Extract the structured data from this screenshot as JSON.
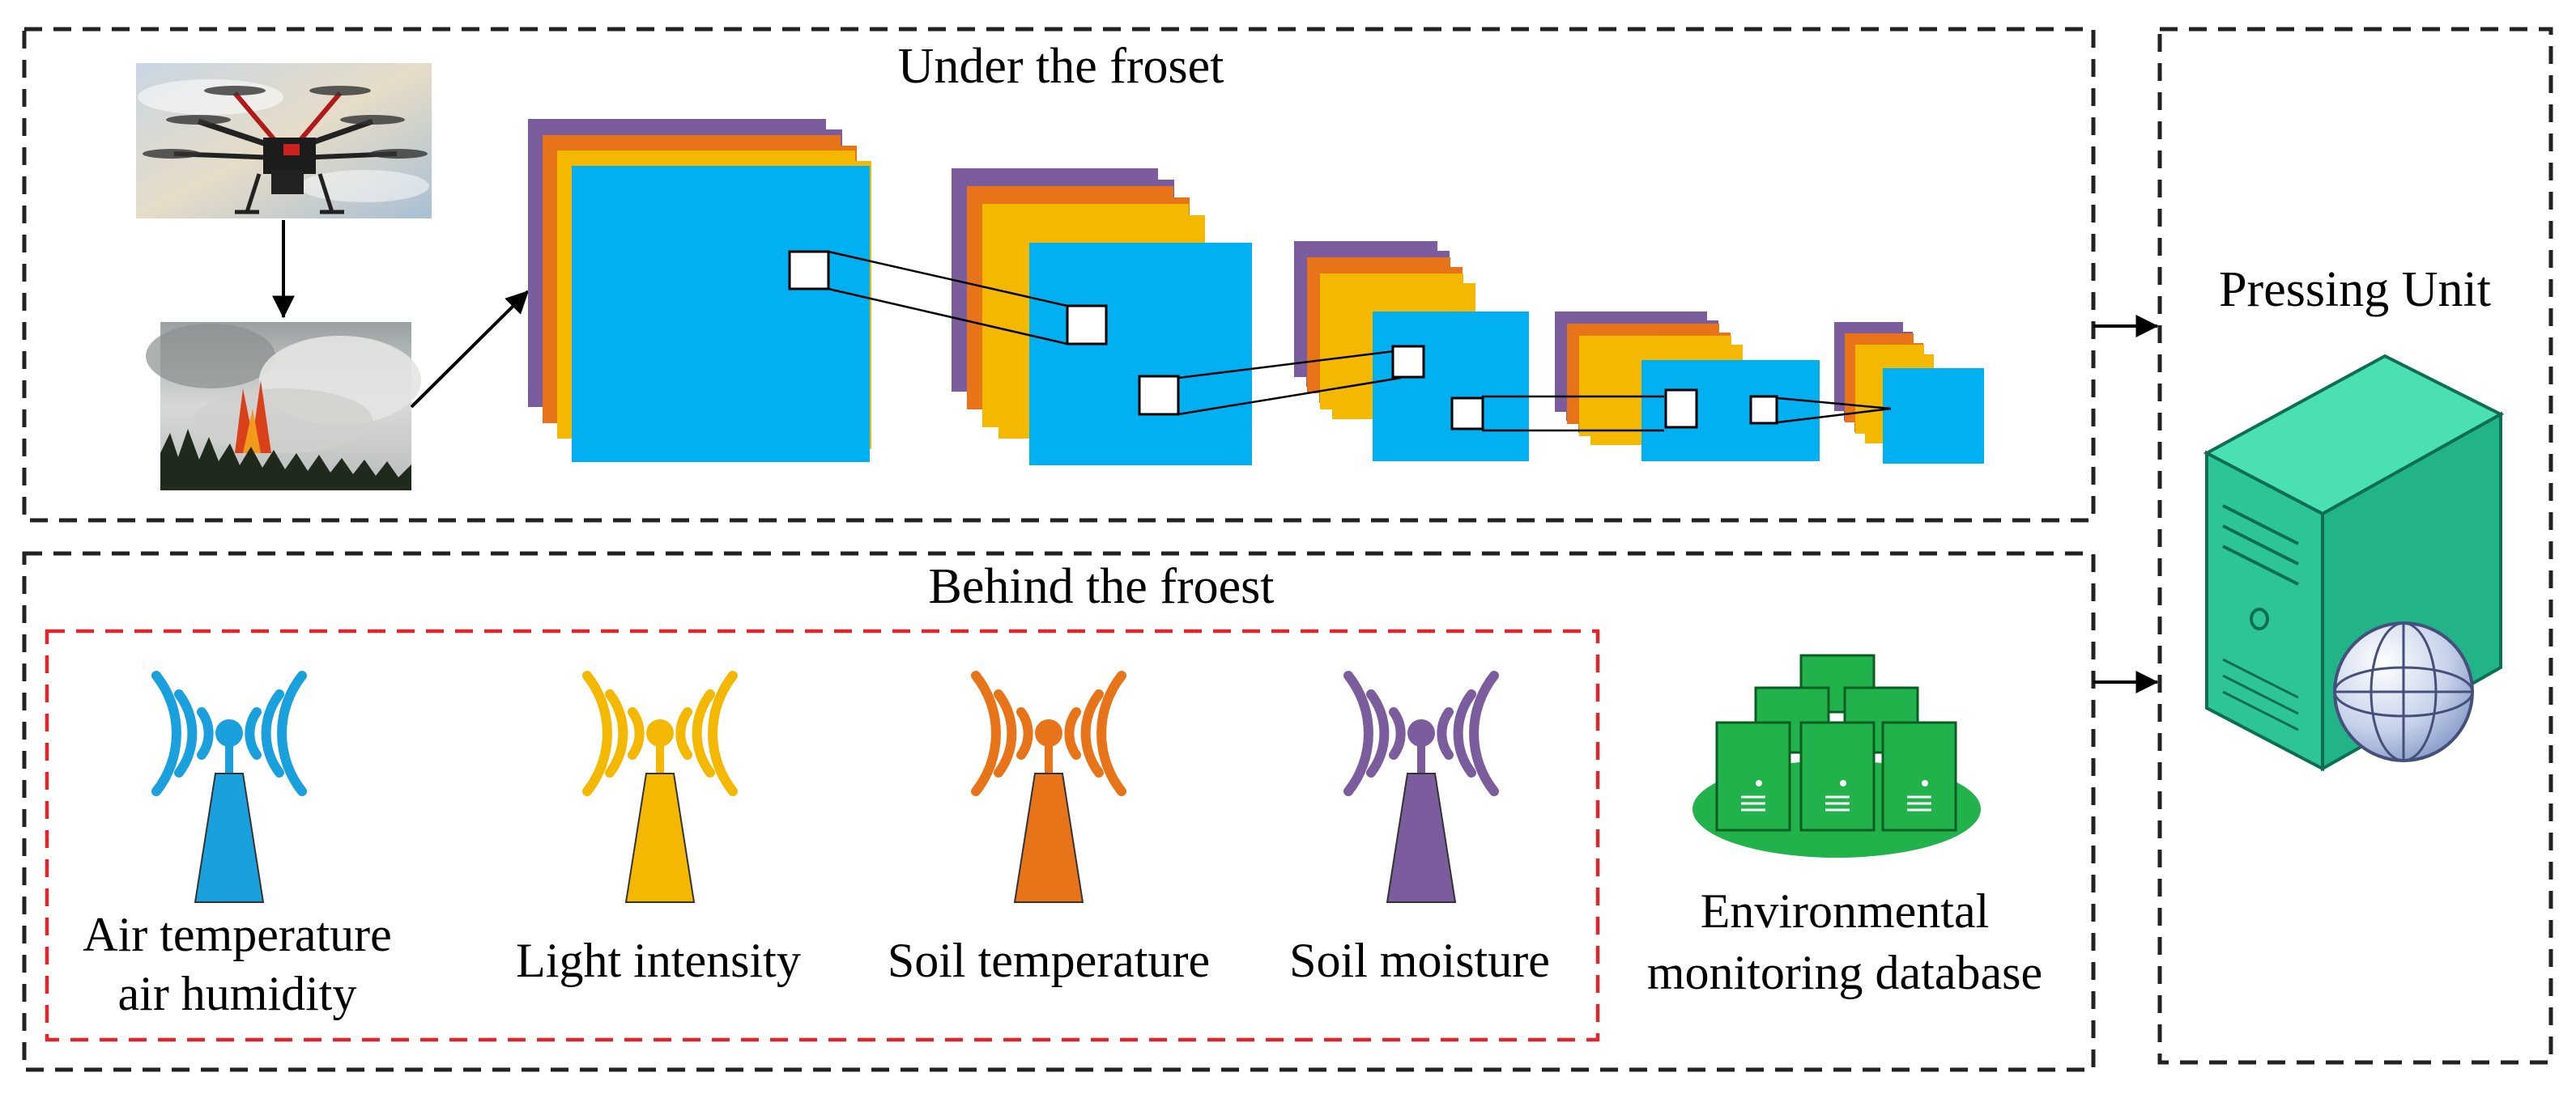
{
  "sections": {
    "under_title": "Under the froset",
    "behind_title": "Behind the froest",
    "pressing_title": "Pressing Unit"
  },
  "sensors": [
    {
      "lines": [
        "Air temperature",
        "air humidity"
      ],
      "color": "#1aa0dc"
    },
    {
      "lines": [
        "Light intensity"
      ],
      "color": "#f5b800"
    },
    {
      "lines": [
        "Soil temperature"
      ],
      "color": "#e8741a"
    },
    {
      "lines": [
        "Soil moisture"
      ],
      "color": "#7b5c9c"
    }
  ],
  "database": {
    "lines": [
      "Environmental",
      "monitoring database"
    ],
    "color": "#22b24c"
  },
  "cnn_layer_colors": [
    "#7b5c9c",
    "#e8741a",
    "#f5b800",
    "#00b0f0"
  ],
  "icons": {
    "drone": "drone-photo",
    "fire": "forest-fire-photo",
    "server": "server-with-globe-icon"
  }
}
